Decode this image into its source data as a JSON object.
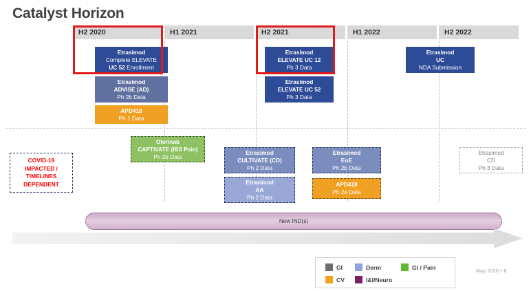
{
  "slide": {
    "title": "Catalyst Horizon",
    "footer": "May 2020  •  6"
  },
  "timeline": {
    "columns": [
      {
        "label": "H2 2020"
      },
      {
        "label": "H1 2021"
      },
      {
        "label": "H2 2021"
      },
      {
        "label": "H1 2022"
      },
      {
        "label": "H2 2022"
      }
    ]
  },
  "milestones": {
    "elevate_uc52_enroll": {
      "l1": "Etrasimod",
      "l2a": "Complete ELEVATE",
      "l2b": "UC 52",
      "l2c": " Enrollment"
    },
    "advise_ad": {
      "l1": "Etrasimod",
      "l2": "ADVISE (AD)",
      "l3": "Ph 2b Data"
    },
    "apd418_ph1": {
      "l1": "APD418",
      "l2": "Ph 1 Data",
      "l3": ""
    },
    "elevate_uc12": {
      "l1": "Etrasimod",
      "l2": "ELEVATE UC 12",
      "l3": "Ph 3 Data"
    },
    "elevate_uc52": {
      "l1": "Etrasimod",
      "l2": "ELEVATE UC 52",
      "l3": "Ph 3 Data"
    },
    "uc_nda": {
      "l1": "Etrasimod",
      "l2": "UC",
      "l3": "NDA Submission"
    },
    "olorinab": {
      "l1": "Olorinab",
      "l2": "CAPTIVATE (IBS Pain)",
      "l3": "Ph 2b Data"
    },
    "cultivate_cd": {
      "l1": "Etrasimod",
      "l2": "CULTIVATE (CD)",
      "l3": "Ph 2 Data"
    },
    "aa": {
      "l1": "Etrasimod",
      "l2": "AA",
      "l3": "Ph 2 Data"
    },
    "eoe": {
      "l1": "Etrasimod",
      "l2": "EoE",
      "l3": "Ph 2b Data"
    },
    "apd418_ph2a": {
      "l1": "APD418",
      "l2": "Ph 2a Data",
      "l3": ""
    },
    "cd_ph3": {
      "l1": "Etrasimod",
      "l2": "CD",
      "l3": "Ph 3 Data"
    }
  },
  "covid": {
    "line1": "COVID-19",
    "line2": "IMPACTED /",
    "line3": "TIMELINES",
    "line4": "DEPENDENT"
  },
  "ind": {
    "label": "New IND(s)"
  },
  "legend": {
    "items": [
      {
        "label": "GI",
        "color": "#6e6e6e"
      },
      {
        "label": "Derm",
        "color": "#8ea2dd"
      },
      {
        "label": "GI / Pain",
        "color": "#5fbb2e"
      },
      {
        "label": "CV",
        "color": "#f5a11e"
      },
      {
        "label": "I&I/Neuro",
        "color": "#7b1f5e"
      }
    ]
  }
}
